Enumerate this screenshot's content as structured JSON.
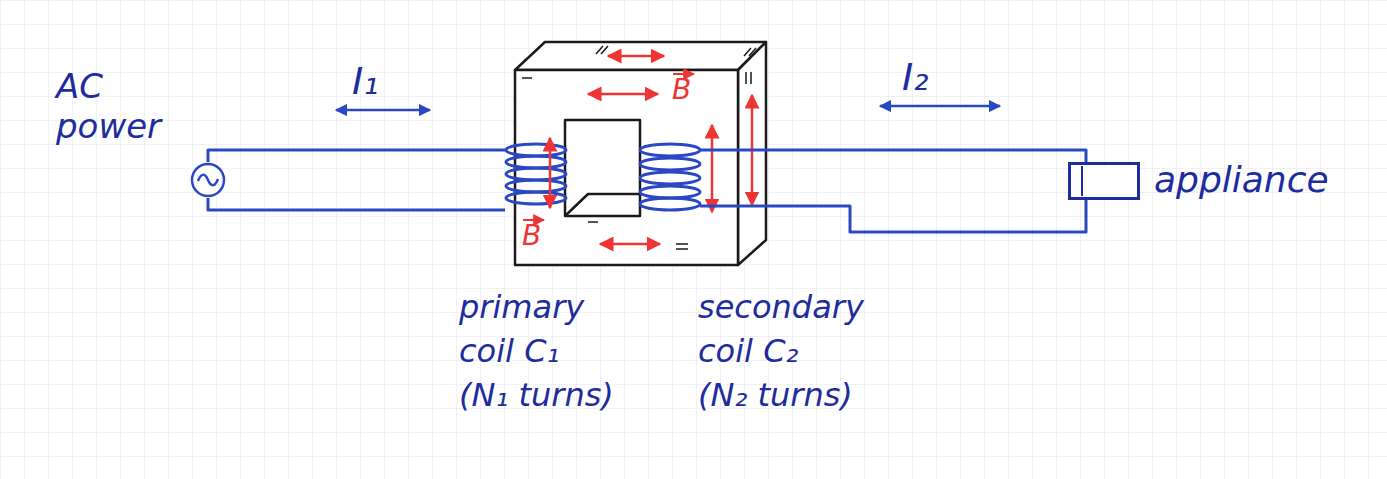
{
  "diagram": {
    "nodes": [
      {
        "text": [
          "AC power"
        ]
      },
      {
        "text": [
          "primary coil C₁ (N₁ turns)"
        ]
      },
      {
        "text": [
          "secondary coil C₂ (N₂ turns)"
        ]
      },
      {
        "text": [
          "appliance"
        ]
      }
    ],
    "edges": [
      {
        "from": 0,
        "to": 1,
        "arrow": "none"
      },
      {
        "from": 0,
        "to": 1,
        "arrow": "none"
      },
      {
        "from": 2,
        "to": 3,
        "arrow": "none"
      },
      {
        "from": 2,
        "to": 3,
        "arrow": "none"
      }
    ],
    "labels": [
      "I₁",
      "I₂",
      "B",
      "B"
    ]
  }
}
